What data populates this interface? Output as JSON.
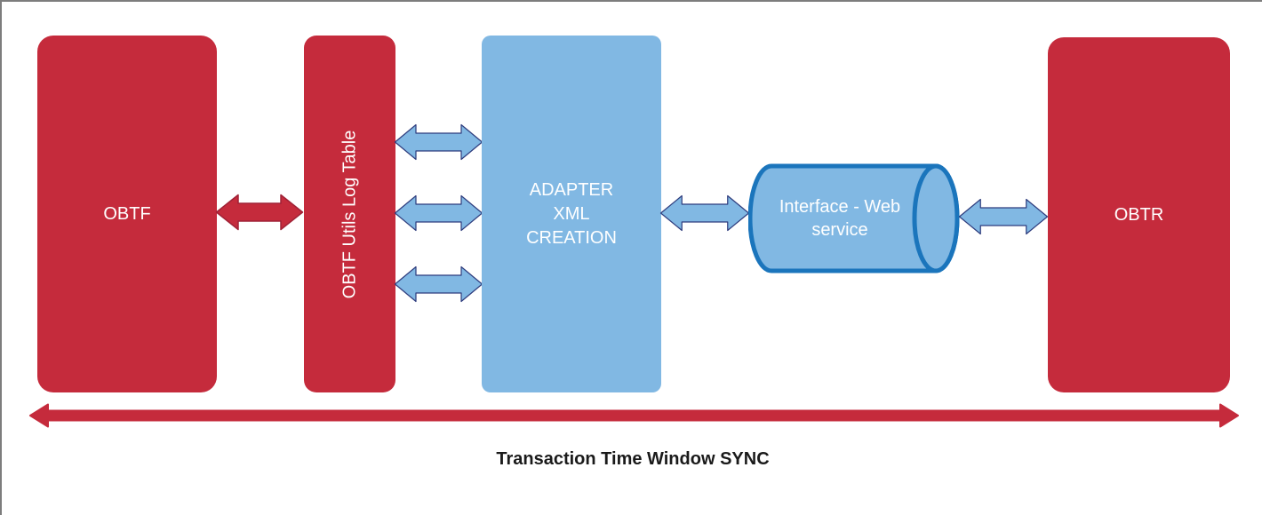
{
  "diagram": {
    "nodes": {
      "obtf": {
        "label": "OBTF",
        "shape": "rounded-rectangle",
        "color": "#c52b3c"
      },
      "obtf_utils": {
        "label": "OBTF Utils Log Table",
        "shape": "rounded-rectangle",
        "color": "#c52b3c",
        "text_orientation": "vertical"
      },
      "adapter": {
        "lines": [
          "ADAPTER",
          "XML",
          "CREATION"
        ],
        "shape": "rounded-rectangle",
        "color": "#81b8e3"
      },
      "interface_ws": {
        "label": "Interface - Web service",
        "shape": "horizontal-cylinder",
        "color": "#81b8e3"
      },
      "obtr": {
        "label": "OBTR",
        "shape": "rounded-rectangle",
        "color": "#c52b3c"
      }
    },
    "connectors": [
      {
        "name": "obtf-to-utils",
        "type": "double-headed-arrow",
        "color": "#c52b3c"
      },
      {
        "name": "utils-to-adapter-1",
        "type": "double-headed-arrow",
        "color": "#81b8e3"
      },
      {
        "name": "utils-to-adapter-2",
        "type": "double-headed-arrow",
        "color": "#81b8e3"
      },
      {
        "name": "utils-to-adapter-3",
        "type": "double-headed-arrow",
        "color": "#81b8e3"
      },
      {
        "name": "adapter-to-interface",
        "type": "double-headed-arrow",
        "color": "#81b8e3"
      },
      {
        "name": "interface-to-obtr",
        "type": "double-headed-arrow",
        "color": "#81b8e3"
      },
      {
        "name": "transaction-timeline",
        "type": "double-headed-arrow",
        "color": "#c52b3c"
      }
    ],
    "caption": "Transaction Time Window SYNC",
    "colors": {
      "node-red": "#c52b3c",
      "node-blue": "#81b8e3",
      "node-text": "#ffffff",
      "arrow-red": "#c52b3c",
      "arrow-red-stroke": "#a02236",
      "arrow-blue": "#81b8e3",
      "arrow-blue-stroke": "#2e3c7d",
      "cylinder-fill": "#81b8e3",
      "cylinder-stroke": "#1b75bc",
      "caption-text": "#1a1a1a"
    }
  }
}
